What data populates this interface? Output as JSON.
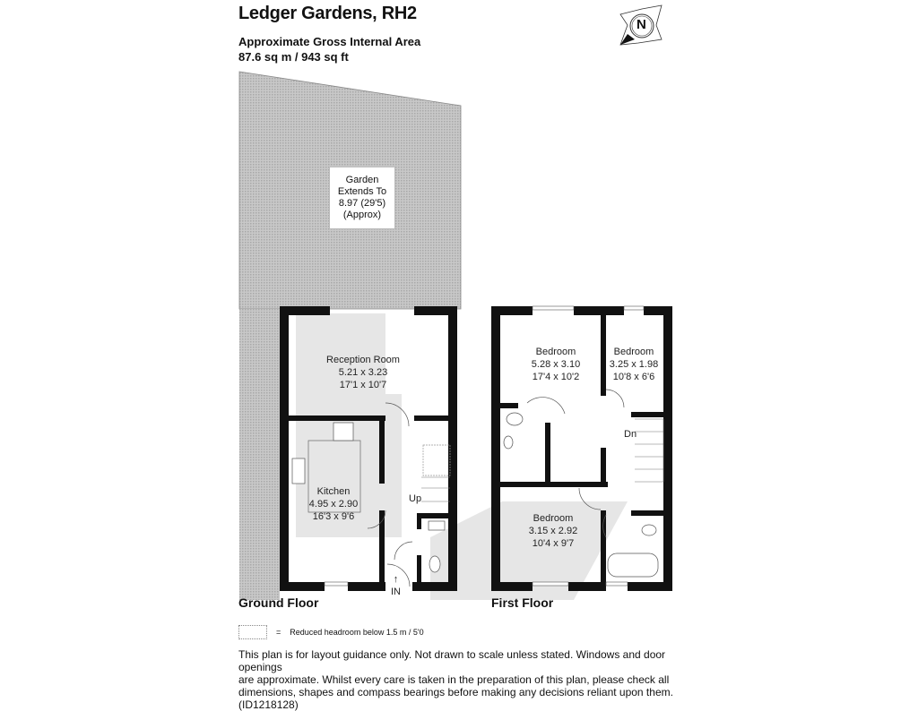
{
  "header": {
    "title": "Ledger Gardens, RH2",
    "area_label": "Approximate Gross Internal Area",
    "area_value": "87.6 sq m / 943 sq ft"
  },
  "compass": {
    "letter": "N",
    "icon": "compass-north-icon"
  },
  "garden": {
    "line1": "Garden",
    "line2": "Extends To",
    "line3": "8.97 (29'5)",
    "line4": "(Approx)"
  },
  "ground_floor": {
    "label": "Ground Floor",
    "rooms": [
      {
        "name": "Reception Room",
        "metric": "5.21 x 3.23",
        "imperial": "17'1 x 10'7"
      },
      {
        "name": "Kitchen",
        "metric": "4.95 x 2.90",
        "imperial": "16'3 x 9'6"
      }
    ],
    "stairs_label": "Up",
    "entrance_label": "IN"
  },
  "first_floor": {
    "label": "First Floor",
    "rooms": [
      {
        "name": "Bedroom",
        "metric": "5.28 x 3.10",
        "imperial": "17'4 x 10'2"
      },
      {
        "name": "Bedroom",
        "metric": "3.25 x 1.98",
        "imperial": "10'8 x 6'6"
      },
      {
        "name": "Bedroom",
        "metric": "3.15 x 2.92",
        "imperial": "10'4 x 9'7"
      }
    ],
    "stairs_label": "Dn"
  },
  "legend": {
    "symbol": "=",
    "text": "Reduced headroom below 1.5 m / 5'0"
  },
  "disclaimer": {
    "line1": "This plan is for layout guidance only. Not drawn to scale unless stated. Windows and door openings",
    "line2": "are approximate. Whilst every care is taken in the preparation of this plan, please check all",
    "line3": "dimensions, shapes and compass bearings before making any decisions reliant upon them. (ID1218128)"
  }
}
